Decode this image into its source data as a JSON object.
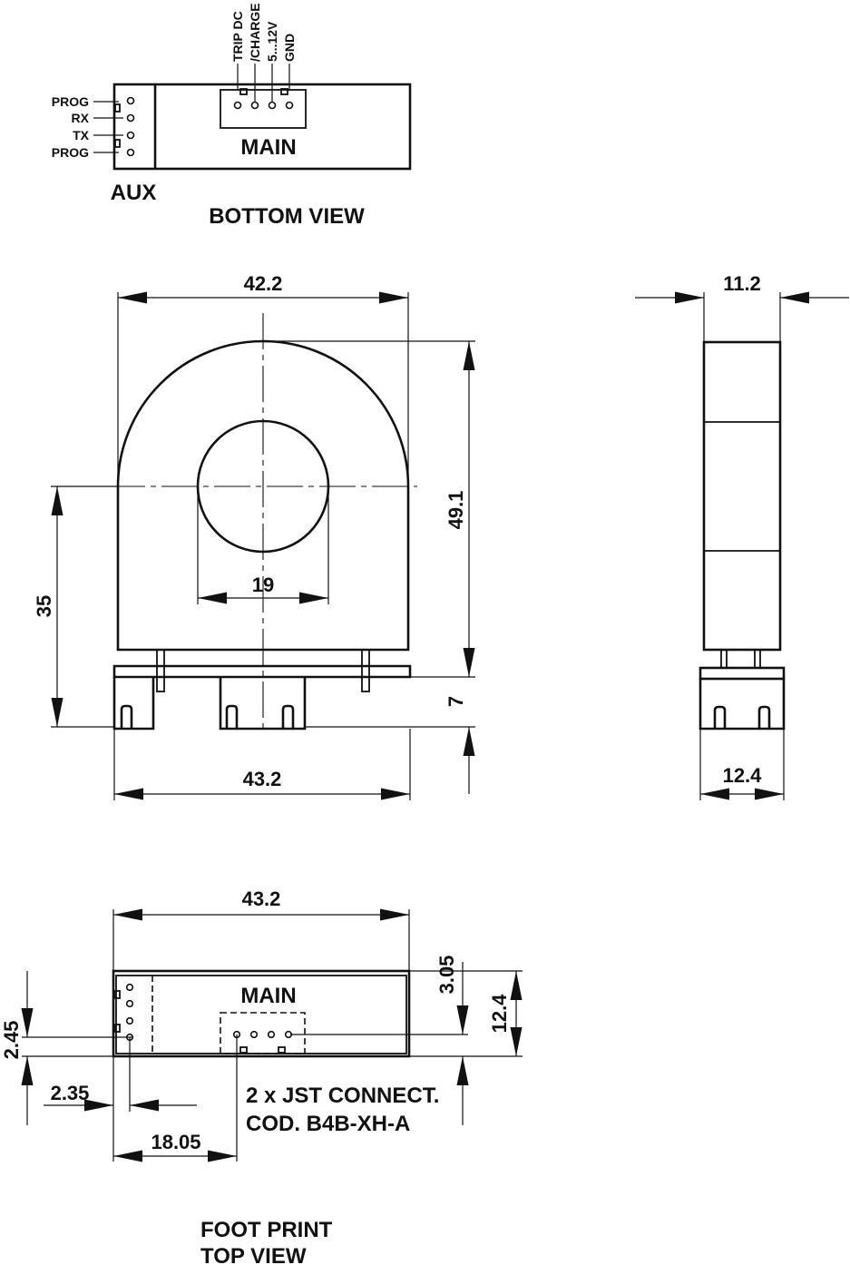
{
  "bottom_view": {
    "title": "BOTTOM VIEW",
    "aux_label": "AUX",
    "main_label": "MAIN",
    "aux_pins": [
      "PROG",
      "RX",
      "TX",
      "PROG"
    ],
    "main_pins": [
      "TRIP DC",
      "/CHARGE",
      "5...12V",
      "GND"
    ]
  },
  "front_view": {
    "dims": {
      "top_width": "42.2",
      "height_total": "49.1",
      "hole_diameter": "19",
      "center_height": "35",
      "base_height": "7",
      "base_width": "43.2"
    }
  },
  "side_view": {
    "dims": {
      "top_width": "11.2",
      "base_width": "12.4"
    }
  },
  "footprint": {
    "title_line1": "FOOT PRINT",
    "title_line2": "TOP VIEW",
    "main_label": "MAIN",
    "connector_line1": "2 x JST CONNECT.",
    "connector_line2": "COD. B4B-XH-A",
    "dims": {
      "width": "43.2",
      "offset_top": "3.05",
      "height": "12.4",
      "pin_y": "2.45",
      "pin_x": "2.35",
      "main_x": "18.05"
    }
  }
}
